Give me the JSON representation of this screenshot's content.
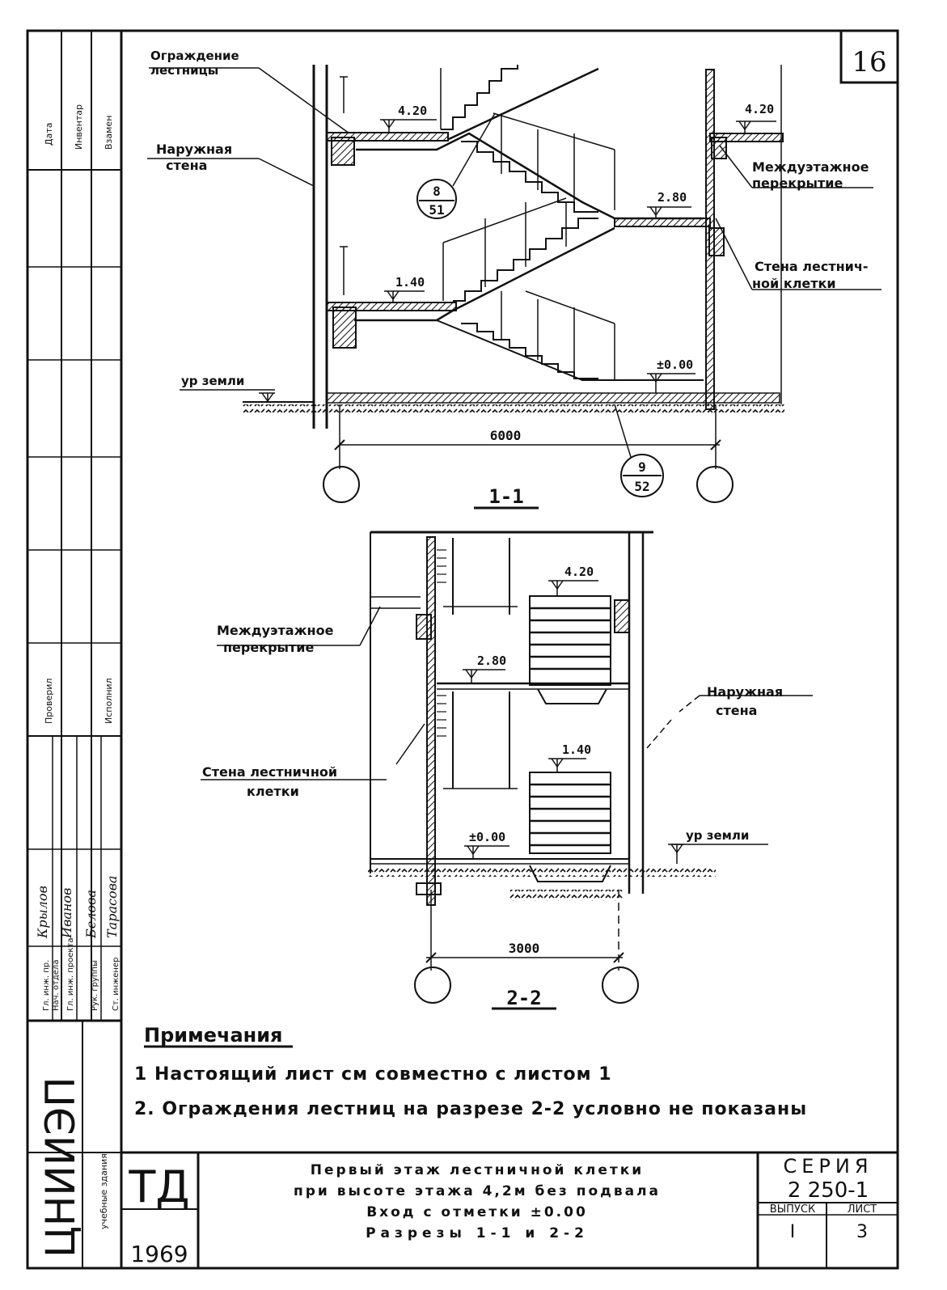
{
  "sheet": {
    "sheet_number": "16",
    "organization": "ЦНИИЭП",
    "td": "ТД",
    "year": "1969"
  },
  "side_strip": {
    "top_labels": [
      "Дата",
      "Инвентар",
      "Взамен"
    ],
    "mid_labels": [
      "Проверил",
      "Исполнил"
    ],
    "sign_roles": [
      "Гл. инж. пр.",
      "Нач. отдела",
      "Гл. инж. проекта",
      "Рук. группы",
      "Ст. инженер"
    ],
    "sign_names": [
      "Крылов",
      "Иванов",
      "Белова",
      "Тарасова"
    ],
    "bottom_label": "учебные здания"
  },
  "section_1_1": {
    "title": "1-1",
    "labels": {
      "railing": [
        "Ограждение",
        "лестницы"
      ],
      "outer_wall": [
        "Наружная",
        "стена"
      ],
      "floor_slab": [
        "Междуэтажное",
        "перекрытие"
      ],
      "stair_wall": [
        "Стена лестнич-",
        "ной клетки"
      ],
      "ground": "ур земли"
    },
    "levels": [
      "4.20",
      "4.20",
      "2.80",
      "1.40",
      "±0.00"
    ],
    "dimension": "6000",
    "ref_1": {
      "num": "8",
      "sheet": "51"
    },
    "ref_2": {
      "num": "9",
      "sheet": "52"
    }
  },
  "section_2_2": {
    "title": "2-2",
    "labels": {
      "floor_slab": [
        "Междуэтажное",
        "перекрытие"
      ],
      "outer_wall": [
        "Наружная",
        "стена"
      ],
      "stair_wall": [
        "Стена лестничной",
        "клетки"
      ],
      "ground": "ур земли"
    },
    "levels": [
      "4.20",
      "2.80",
      "1.40",
      "±0.00"
    ],
    "dimension": "3000"
  },
  "notes": {
    "heading": "Примечания",
    "items": [
      "1 Настоящий лист см совместно с листом 1",
      "2. Ограждения лестниц на разрезе 2-2 условно не показаны"
    ]
  },
  "title_block": {
    "title_lines": [
      "Первый этаж лестничной клетки",
      "при высоте этажа 4,2м без подвала",
      "Вход с отметки ±0.00",
      "Разрезы 1-1 и 2-2"
    ],
    "series_label": "СЕРИЯ",
    "series_value": "2 250-1",
    "issue_label": "ВЫПУСК",
    "issue_value": "I",
    "sheet_label": "ЛИСТ",
    "sheet_value": "3"
  }
}
